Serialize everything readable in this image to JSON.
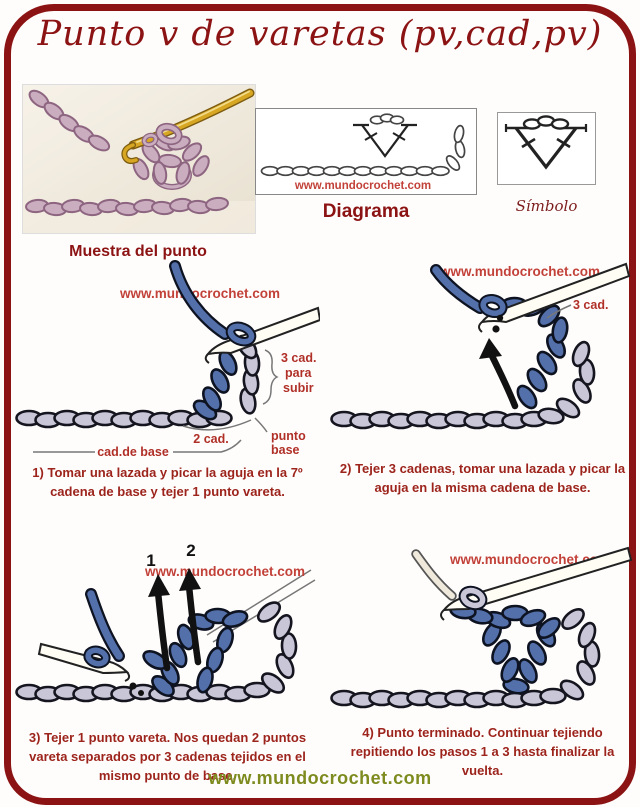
{
  "page": {
    "title": "Punto v de varetas (pv,cad,pv)",
    "footer": "www.mundocrochet.com"
  },
  "colors": {
    "frame_red": "#8c1313",
    "caption_maroon": "#9c241c",
    "label_red": "#b03028",
    "watermark_red": "#c2423a",
    "footer_green": "#7d8b1f",
    "yarn_blue": "#5470aa",
    "yarn_lavender": "#c9c6d8",
    "yarn_pink": "#cbadc0",
    "hook_gold": "#d7a723"
  },
  "sample": {
    "caption": "Muestra del punto"
  },
  "diagrama": {
    "caption": "Diagrama",
    "watermark": "www.mundocrochet.com"
  },
  "simbolo": {
    "caption": "Símbolo"
  },
  "step1": {
    "watermark": "www.mundocrochet.com",
    "label_3cad_1": "3 cad.",
    "label_3cad_2": "para",
    "label_3cad_3": "subir",
    "label_2cad": "2 cad.",
    "label_punto": "punto",
    "label_base": "base",
    "label_cad_base": "cad.de base",
    "caption": "1) Tomar una lazada y picar la aguja en la 7º cadena de base y tejer 1 punto vareta."
  },
  "step2": {
    "watermark": "www.mundocrochet.com",
    "label_3cad": "3 cad.",
    "caption": "2) Tejer 3 cadenas, tomar una lazada y picar la aguja en la misma cadena de base."
  },
  "step3": {
    "watermark": "www.mundocrochet.com",
    "label_1": "1",
    "label_2": "2",
    "caption": "3) Tejer 1 punto vareta. Nos quedan 2 puntos vareta separados por 3 cadenas tejidos en el mismo punto de base."
  },
  "step4": {
    "watermark": "www.mundocrochet.com",
    "caption": "4) Punto terminado. Continuar tejiendo repitiendo los pasos 1 a 3 hasta finalizar la vuelta."
  }
}
